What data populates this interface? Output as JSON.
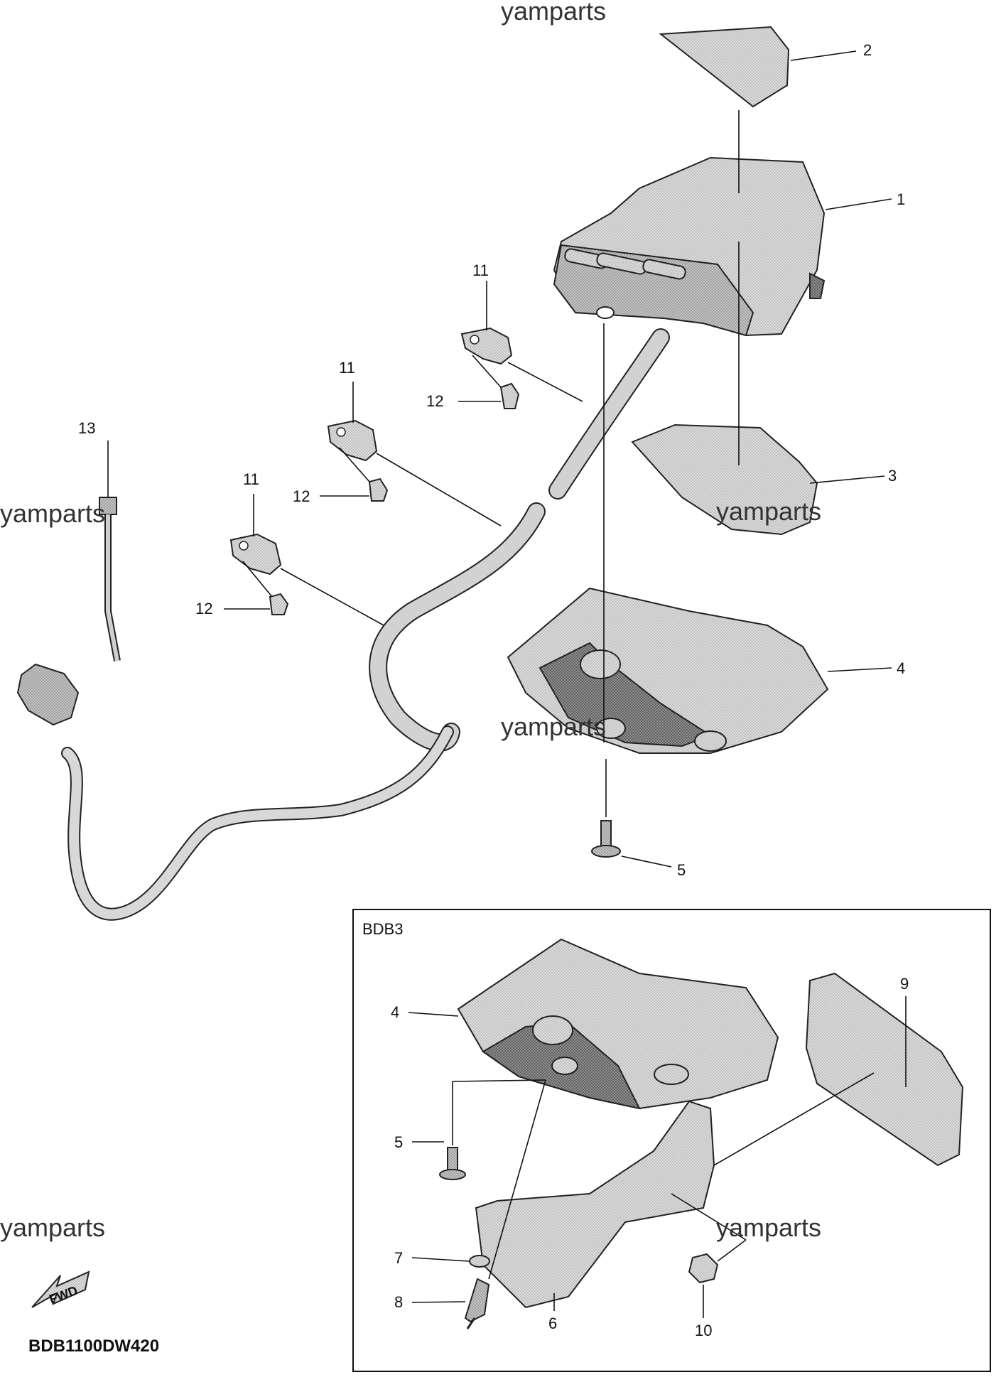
{
  "watermark": "yamparts",
  "diagram_code": "BDB1100DW420",
  "inset_label": "BDB3",
  "fwd_label": "FWD",
  "callouts": {
    "c1": "1",
    "c2": "2",
    "c3": "3",
    "c4": "4",
    "c5": "5",
    "c11a": "11",
    "c11b": "11",
    "c11c": "11",
    "c12a": "12",
    "c12b": "12",
    "c12c": "12",
    "c13": "13",
    "b4": "4",
    "b5": "5",
    "b6": "6",
    "b7": "7",
    "b8": "8",
    "b9": "9",
    "b10": "10"
  }
}
